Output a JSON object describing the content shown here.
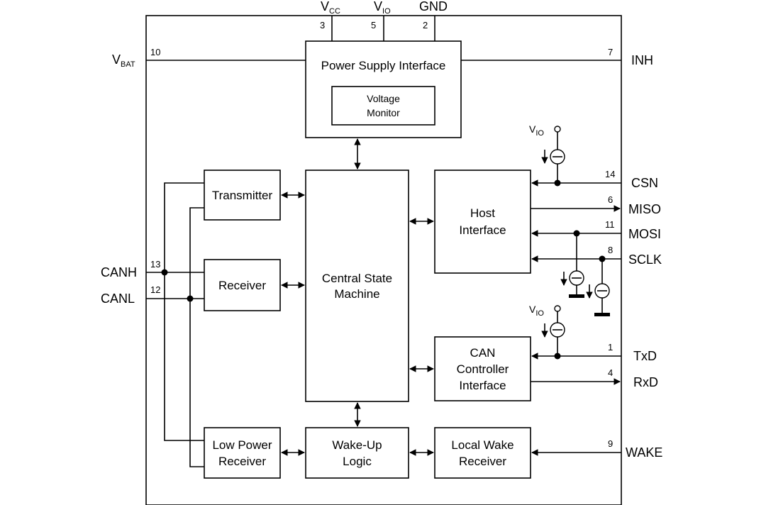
{
  "blocks": {
    "power_supply": "Power Supply Interface",
    "voltage_monitor": [
      "Voltage",
      "Monitor"
    ],
    "transmitter": "Transmitter",
    "receiver": "Receiver",
    "central_state_machine": [
      "Central State",
      "Machine"
    ],
    "host_interface": [
      "Host",
      "Interface"
    ],
    "can_controller": [
      "CAN",
      "Controller",
      "Interface"
    ],
    "low_power_receiver": [
      "Low Power",
      "Receiver"
    ],
    "wake_up_logic": [
      "Wake-Up",
      "Logic"
    ],
    "local_wake_receiver": [
      "Local Wake",
      "Receiver"
    ]
  },
  "top_pins": [
    {
      "main": "V",
      "sub": "CC",
      "num": "3"
    },
    {
      "main": "V",
      "sub": "IO",
      "num": "5"
    },
    {
      "main": "GND",
      "sub": "",
      "num": "2"
    }
  ],
  "left_pins": [
    {
      "main": "V",
      "sub": "BAT",
      "num": "10"
    },
    {
      "main": "CANH",
      "sub": "",
      "num": "13"
    },
    {
      "main": "CANL",
      "sub": "",
      "num": "12"
    }
  ],
  "right_pins": [
    {
      "name": "INH",
      "num": "7"
    },
    {
      "name": "CSN",
      "num": "14"
    },
    {
      "name": "MISO",
      "num": "6"
    },
    {
      "name": "MOSI",
      "num": "11"
    },
    {
      "name": "SCLK",
      "num": "8"
    },
    {
      "name": "TxD",
      "num": "1"
    },
    {
      "name": "RxD",
      "num": "4"
    },
    {
      "name": "WAKE",
      "num": "9"
    }
  ],
  "vio_label": {
    "main": "V",
    "sub": "IO"
  }
}
